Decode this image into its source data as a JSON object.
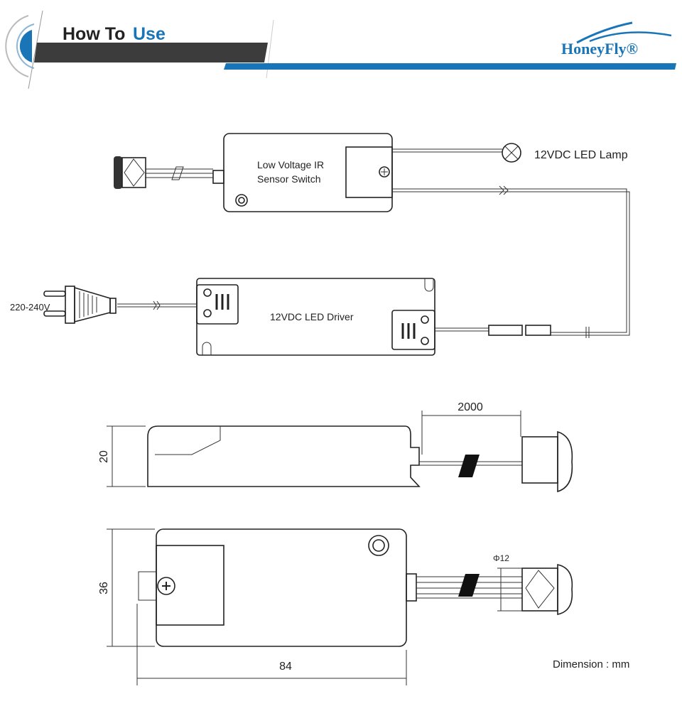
{
  "header": {
    "title_part1": "How To",
    "title_part2": "Use",
    "brand_logo": "HoneyFly®",
    "accent_color": "#1a75b8",
    "bar_color": "#3c3c3c"
  },
  "wiring": {
    "sensor_switch_line1": "Low Voltage IR",
    "sensor_switch_line2": "Sensor Switch",
    "lamp_label": "12VDC LED Lamp",
    "mains_label": "220-240V",
    "driver_label": "12VDC LED Driver"
  },
  "dimensions": {
    "cable_length": "2000",
    "height": "20",
    "width": "36",
    "sensor_diameter": "Φ12",
    "length": "84",
    "unit_note": "Dimension : mm"
  }
}
